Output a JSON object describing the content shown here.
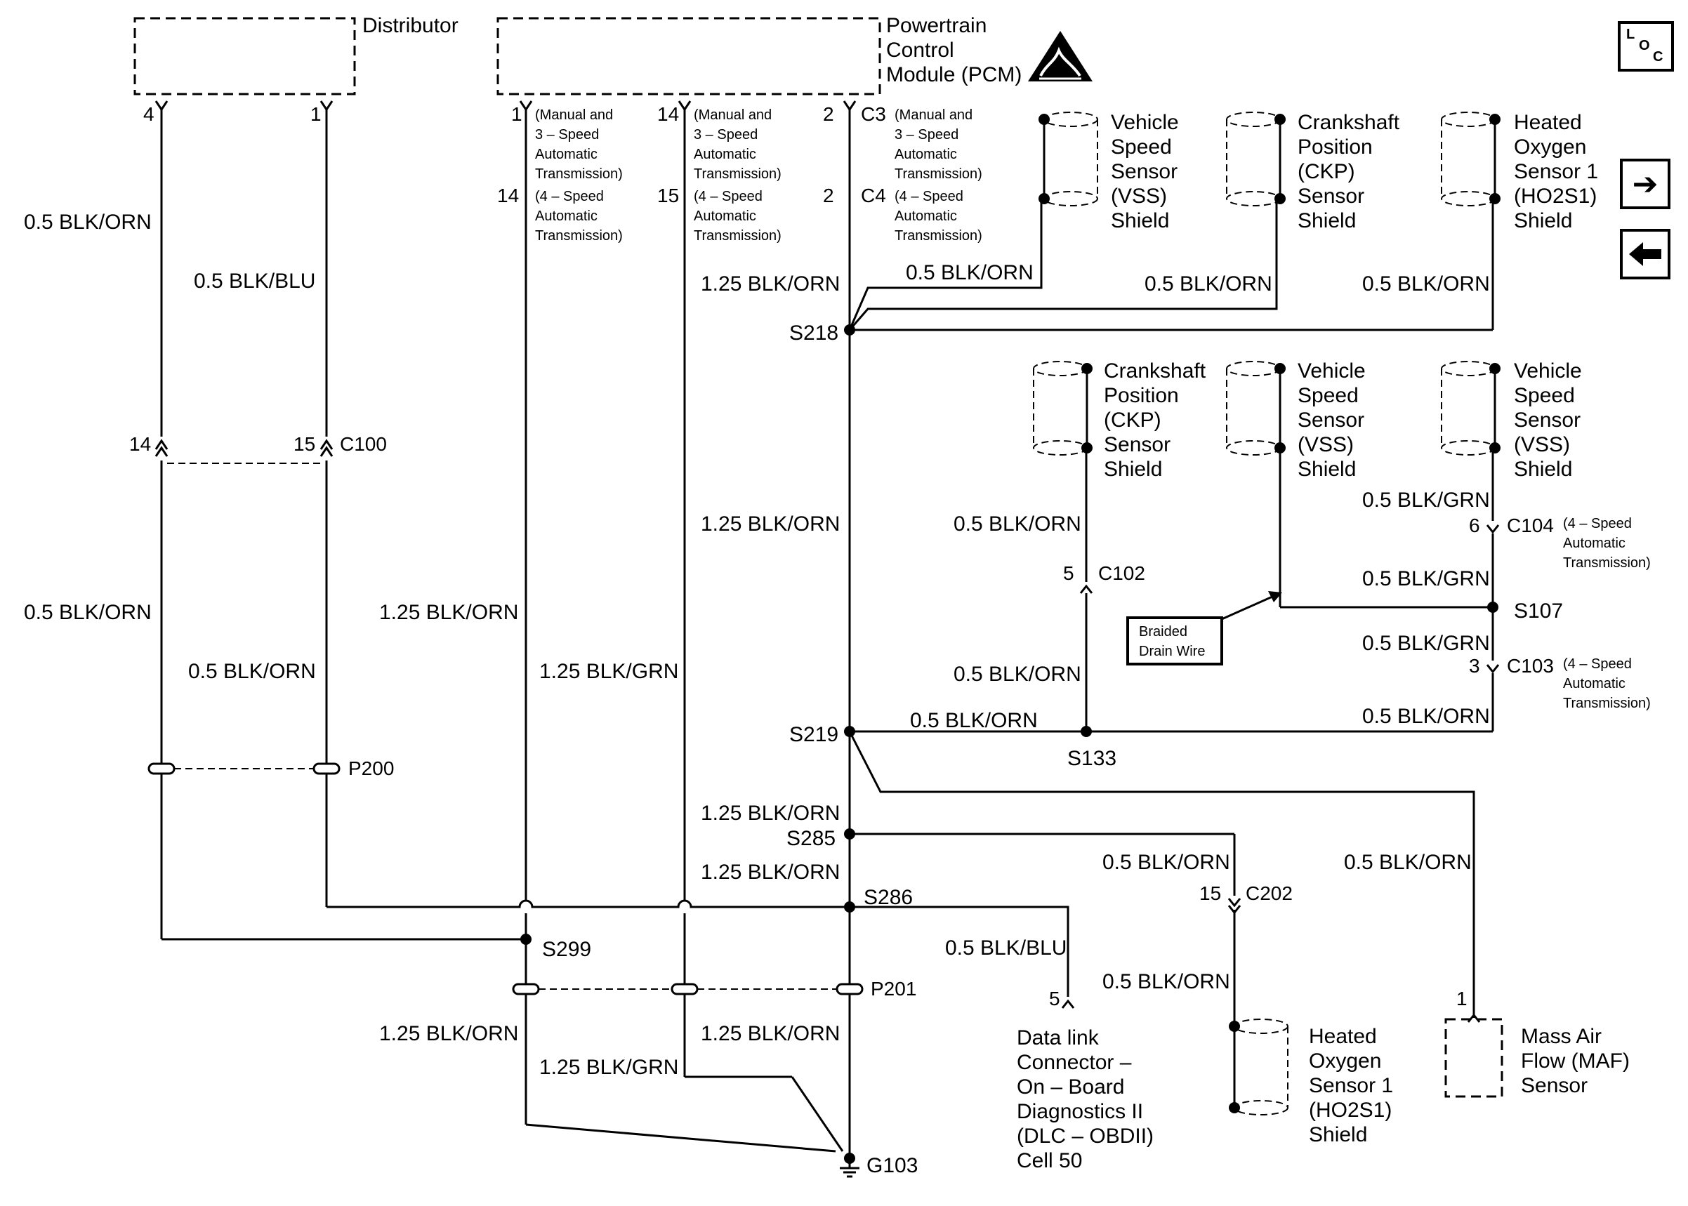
{
  "components": {
    "distributor": "Distributor",
    "pcm": [
      "Powertrain",
      "Control",
      "Module (PCM)"
    ],
    "g103": "G103",
    "dlc": [
      "Data link",
      "Connector –",
      "On – Board",
      "Diagnostics II",
      "(DLC – OBDII)",
      "Cell 50"
    ],
    "maf": [
      "Mass Air",
      "Flow (MAF)",
      "Sensor"
    ],
    "braided": [
      "Braided",
      "Drain Wire"
    ]
  },
  "shields": {
    "vss_top": [
      "Vehicle",
      "Speed",
      "Sensor",
      "(VSS)",
      "Shield"
    ],
    "ckp_top": [
      "Crankshaft",
      "Position",
      "(CKP)",
      "Sensor",
      "Shield"
    ],
    "ho2s_top": [
      "Heated",
      "Oxygen",
      "Sensor 1",
      "(HO2S1)",
      "Shield"
    ],
    "ckp_mid": [
      "Crankshaft",
      "Position",
      "(CKP)",
      "Sensor",
      "Shield"
    ],
    "vss_mid1": [
      "Vehicle",
      "Speed",
      "Sensor",
      "(VSS)",
      "Shield"
    ],
    "vss_mid2": [
      "Vehicle",
      "Speed",
      "Sensor",
      "(VSS)",
      "Shield"
    ],
    "ho2s_bottom": [
      "Heated",
      "Oxygen",
      "Sensor 1",
      "(HO2S1)",
      "Shield"
    ]
  },
  "pcm_notes": {
    "manual": [
      "(Manual and",
      "3 – Speed",
      "Automatic",
      "Transmission)"
    ],
    "four_speed": [
      "(4 – Speed",
      "Automatic",
      "Transmission)"
    ]
  },
  "connector_notes": {
    "c104": [
      "(4 – Speed",
      "Automatic",
      "Transmission)"
    ],
    "c103": [
      "(4 – Speed",
      "Automatic",
      "Transmission)"
    ]
  },
  "wires": {
    "blk_orn_05": "0.5 BLK/ORN",
    "blk_blu_05": "0.5 BLK/BLU",
    "blk_orn_125": "1.25 BLK/ORN",
    "blk_grn_125": "1.25 BLK/GRN",
    "blk_grn_05": "0.5 BLK/GRN"
  },
  "connectors": {
    "c100": "C100",
    "c102": "C102",
    "c103": "C103",
    "c104": "C104",
    "c202": "C202",
    "c3": "C3",
    "c4": "C4",
    "p200": "P200",
    "p201": "P201"
  },
  "splices": {
    "s218": "S218",
    "s219": "S219",
    "s285": "S285",
    "s286": "S286",
    "s299": "S299",
    "s133": "S133",
    "s107": "S107"
  },
  "pins": {
    "p1": "1",
    "p2": "2",
    "p3": "3",
    "p4": "4",
    "p5": "5",
    "p6": "6",
    "p14": "14",
    "p15": "15"
  },
  "nav": {
    "loc": [
      "L",
      "O",
      "C"
    ],
    "next": "➔",
    "prev": "🡸"
  }
}
